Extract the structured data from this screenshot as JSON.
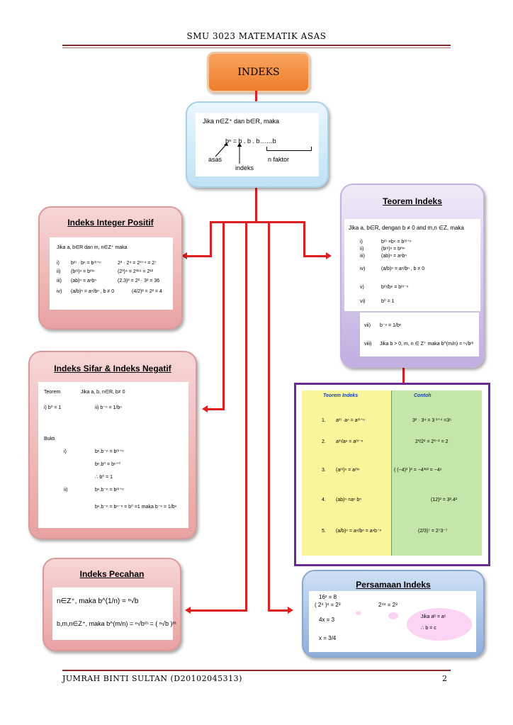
{
  "header": {
    "title": "SMU 3023 MATEMATIK ASAS"
  },
  "root": {
    "label": "INDEKS"
  },
  "definition": {
    "line1": "Jika  n∈Z⁺ dan  b∈R, maka",
    "expr": "bⁿ  = b . b . b……b",
    "asas": "asas",
    "indeks": "indeks",
    "nfaktor": "n faktor"
  },
  "integer_positif": {
    "title": "Indeks Integer Positif",
    "intro": "Jika  a, b∈R dan m, n∈Z⁺ maka",
    "rows": [
      {
        "num": "i)",
        "rule": "bᵐ · bⁿ = bᵐ⁺ⁿ",
        "example": "2³ · 2⁴  = 2³⁺⁴ = 2⁷"
      },
      {
        "num": "ii)",
        "rule": "(bᵐ)ⁿ = bᵐⁿ",
        "example": "(2³)⁴  = 2³ˣ⁴ = 2¹²"
      },
      {
        "num": "iii)",
        "rule": "(ab)ⁿ = aⁿbⁿ",
        "example": "(2.3)² = 2² · 3² = 36"
      },
      {
        "num": "iv)",
        "rule": "(a/b)ⁿ = aⁿ/bⁿ , b ≠ 0",
        "example": "(4/2)² = 2² = 4"
      }
    ]
  },
  "teorem": {
    "title": "Teorem Indeks",
    "intro": "Jika a, b∈R, dengan  b ≠ 0 and m,n ∈Z, maka",
    "rows": [
      {
        "num": "i)",
        "rule": "bᵐ ×bⁿ = bᵐ⁺ⁿ"
      },
      {
        "num": "ii)",
        "rule": "(bᵐ)ⁿ = bᵐⁿ"
      },
      {
        "num": "iii)",
        "rule": "(ab)ⁿ = aⁿbⁿ"
      },
      {
        "num": "iv)",
        "rule": "(a/b)ⁿ = aⁿ/bⁿ , b ≠ 0"
      },
      {
        "num": "v)",
        "rule": "bᵐ/bⁿ = bᵐ⁻ⁿ"
      },
      {
        "num": "vi)",
        "rule": "b⁰ = 1"
      },
      {
        "num": "vii)",
        "rule": "b⁻ⁿ = 1/bⁿ"
      },
      {
        "num": "viii)",
        "rule": "Jika b > 0, m, n ∈ Z⁺ maka b^(m/n) = ⁿ√bᵐ"
      }
    ]
  },
  "sifar": {
    "title": "Indeks Sifar & Indeks Negatif",
    "teorem_label": "Teorem",
    "teorem_text": "Jika a, b, n∈R, b≠ 0",
    "i": "i)  b⁰ = 1",
    "ii": "ii)  b⁻ⁿ = 1/bⁿ",
    "bukti": "Bukti",
    "proof": [
      {
        "num": "i)",
        "text": "bⁿ.b⁻ⁿ = bᵐ⁺ⁿ"
      },
      {
        "num": "",
        "text": "bⁿ.b⁰ = bⁿ⁺⁰"
      },
      {
        "num": "",
        "text": "∴  b⁰ = 1"
      },
      {
        "num": "ii)",
        "text": "bⁿ.b⁻ⁿ = bᵐ⁺ⁿ"
      },
      {
        "num": "",
        "text": "bⁿ.b⁻ⁿ = bⁿ⁻ⁿ = b⁰ =1     maka       b⁻ⁿ = 1/bⁿ"
      }
    ]
  },
  "contoh_table": {
    "head_left": "Teorem Indeks",
    "head_right": "Contoh",
    "rows": [
      {
        "num": "1.",
        "rule": "aᵐ ·aⁿ  = aᵐ⁺ⁿ",
        "example": "3² · 3⁴ = 3 ²⁺⁴  =3⁶"
      },
      {
        "num": "2.",
        "rule": "aᵐ/aⁿ = aᵐ⁻ⁿ",
        "example": "2³/2² = 2³⁻² = 2"
      },
      {
        "num": "3.",
        "rule": "(aᵐ)ⁿ = aᵐⁿ",
        "example": "( (−4)³ )² = −4³ˣ² = −4⁶"
      },
      {
        "num": "4.",
        "rule": "(ab)ⁿ  =aⁿ bⁿ",
        "example": "(12)² = 3².4²"
      },
      {
        "num": "5.",
        "rule": "(a/b)ⁿ = aⁿ/bⁿ = aⁿb⁻ⁿ",
        "example": "(2/3)⁷ = 2⁷3⁻⁷"
      }
    ]
  },
  "pecahan": {
    "title": "Indeks Pecahan",
    "line1": "n∈Z⁺, maka b^(1/n) = ⁿ√b",
    "line2": "b,m,n∈Z⁺,  maka  b^(m/n) = ⁿ√bᵐ  = ( ⁿ√b )ᵐ"
  },
  "persamaan": {
    "title": "Persamaan Indeks",
    "l1": "16ˣ = 8",
    "l2": "( 2⁴ )ˣ = 2³",
    "l3": "2⁴ˣ = 2³",
    "l4": "4x = 3",
    "l5": "x = 3/4",
    "cloud1": "Jika aᵇ = aᶜ",
    "cloud2": "∴   b = c"
  },
  "footer": {
    "author": "JUMRAH BINTI SULTAN (D20102045313)",
    "page": "2"
  },
  "colors": {
    "connector": "#e02020",
    "title_orange": "#f08a3a",
    "table_border": "#6a2a9a"
  }
}
